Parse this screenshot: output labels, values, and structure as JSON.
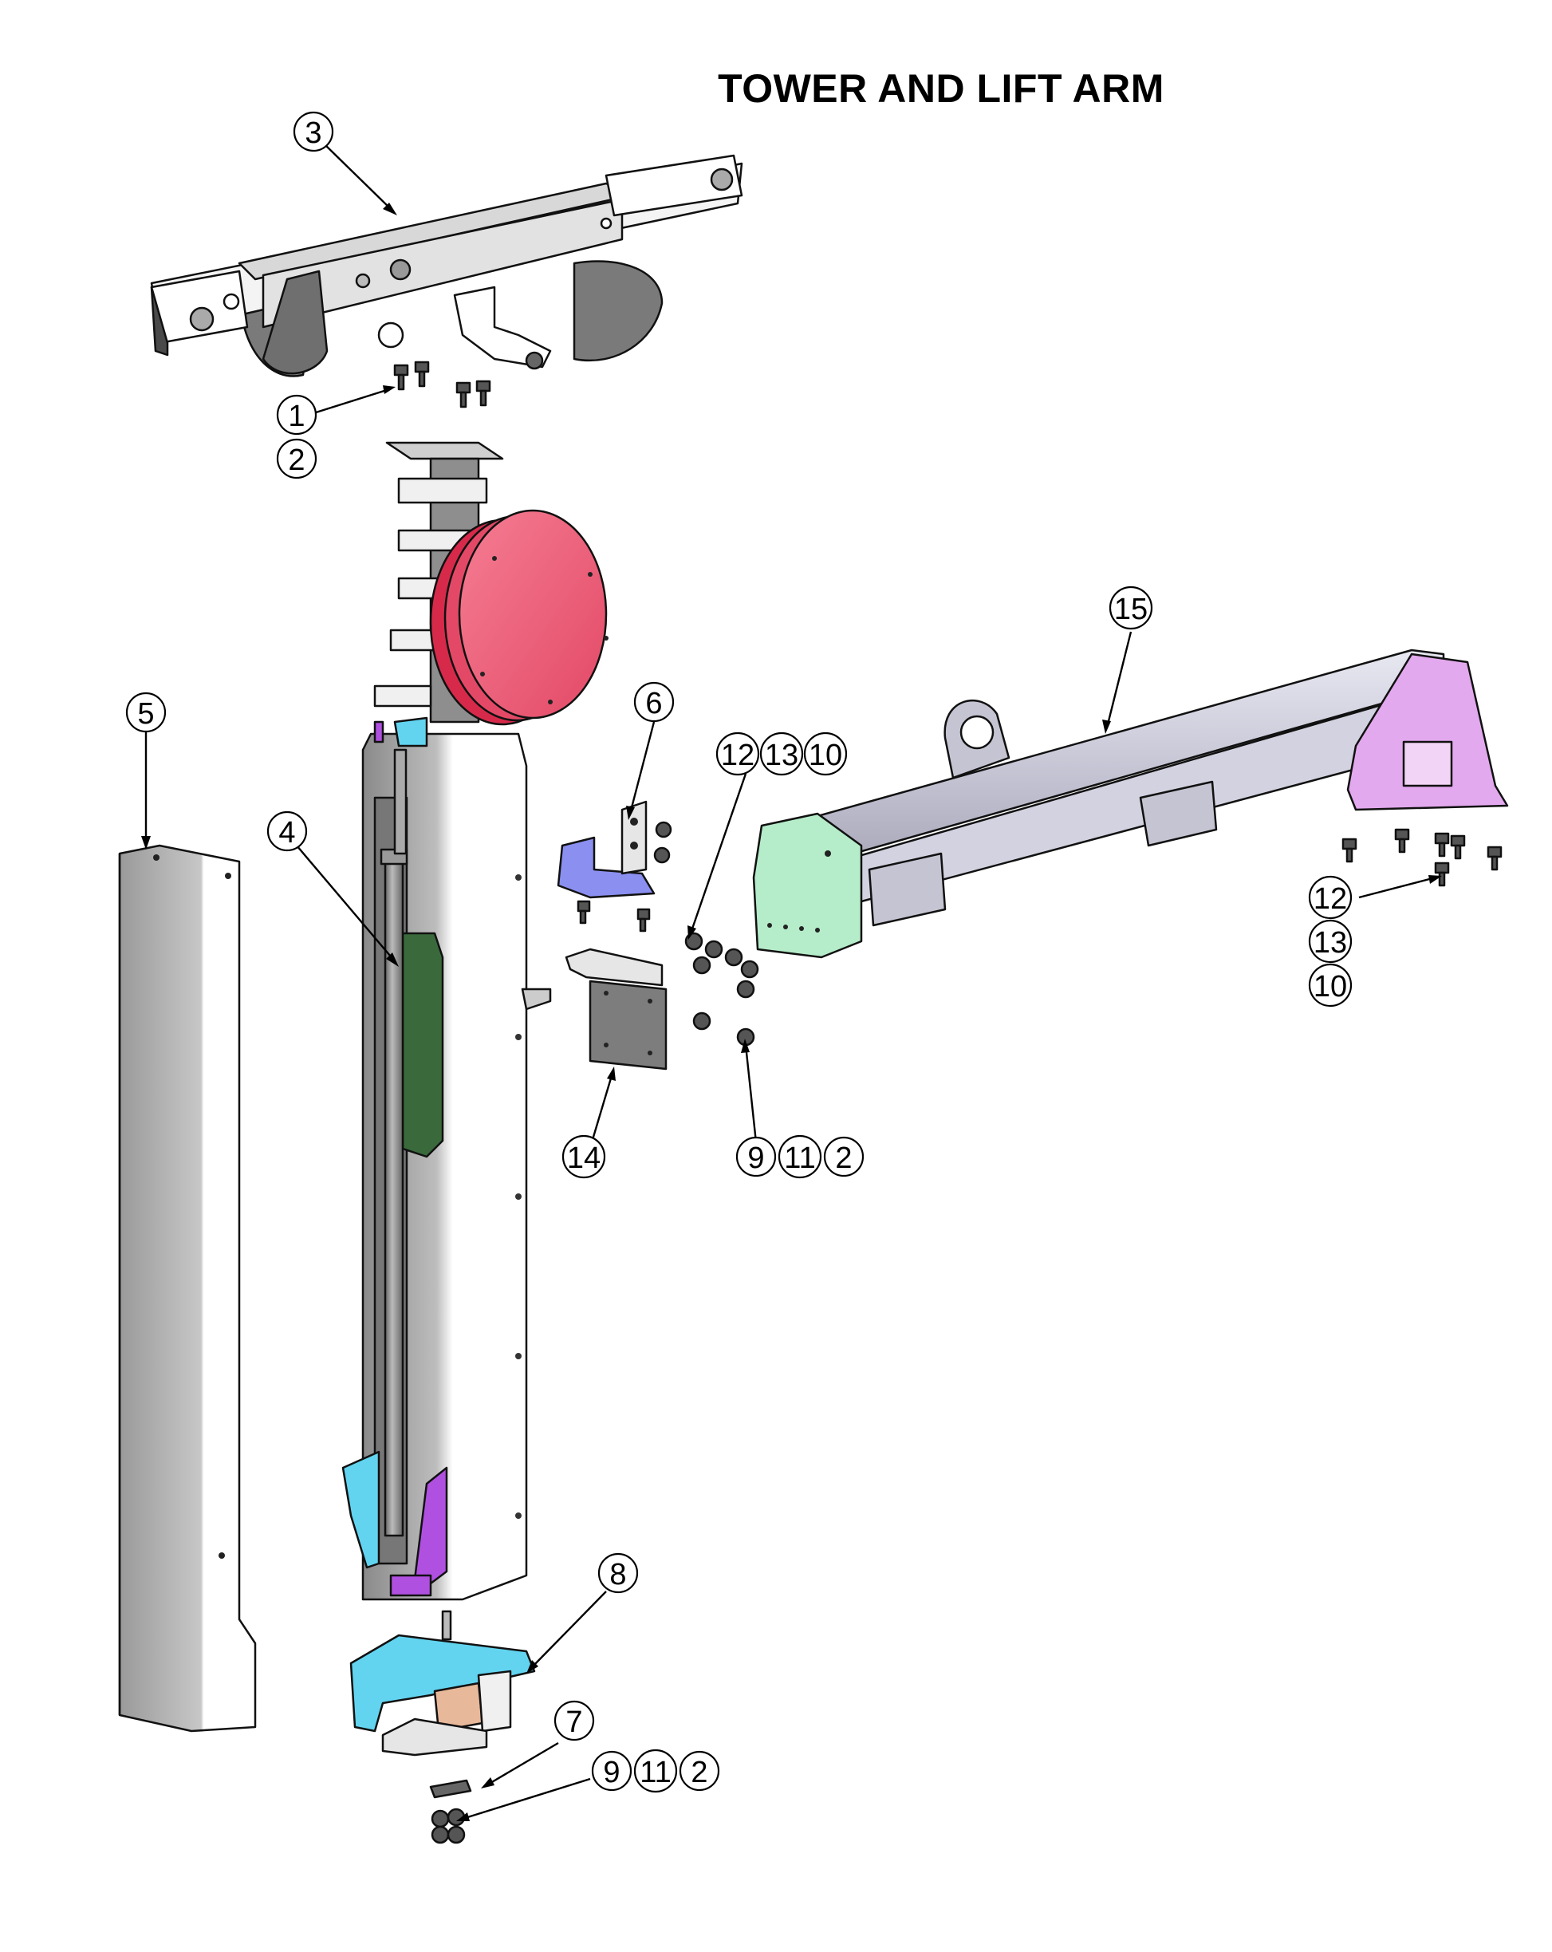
{
  "title": "TOWER AND LIFT ARM",
  "colors": {
    "cylinder_disc": "#f1637e",
    "arm_end_left": "#b5ecc9",
    "arm_end_right": "#e3a9ee",
    "bracket_blue": "#8a8ff0",
    "base_plate": "#62d4f0",
    "accent_purple": "#b050e0",
    "green_panel": "#3a6a3c",
    "steel_gray": "#a0a0a0"
  },
  "callouts": [
    {
      "id": "c3",
      "label": "3"
    },
    {
      "id": "c1",
      "label": "1"
    },
    {
      "id": "c2a",
      "label": "2"
    },
    {
      "id": "c15",
      "label": "15"
    },
    {
      "id": "c5",
      "label": "5"
    },
    {
      "id": "c6",
      "label": "6"
    },
    {
      "id": "c12a",
      "label": "12"
    },
    {
      "id": "c13a",
      "label": "13"
    },
    {
      "id": "c10a",
      "label": "10"
    },
    {
      "id": "c4",
      "label": "4"
    },
    {
      "id": "c12b",
      "label": "12"
    },
    {
      "id": "c13b",
      "label": "13"
    },
    {
      "id": "c10b",
      "label": "10"
    },
    {
      "id": "c14",
      "label": "14"
    },
    {
      "id": "c9a",
      "label": "9"
    },
    {
      "id": "c11a",
      "label": "11"
    },
    {
      "id": "c2b",
      "label": "2"
    },
    {
      "id": "c8",
      "label": "8"
    },
    {
      "id": "c7",
      "label": "7"
    },
    {
      "id": "c9b",
      "label": "9"
    },
    {
      "id": "c11b",
      "label": "11"
    },
    {
      "id": "c2c",
      "label": "2"
    }
  ]
}
